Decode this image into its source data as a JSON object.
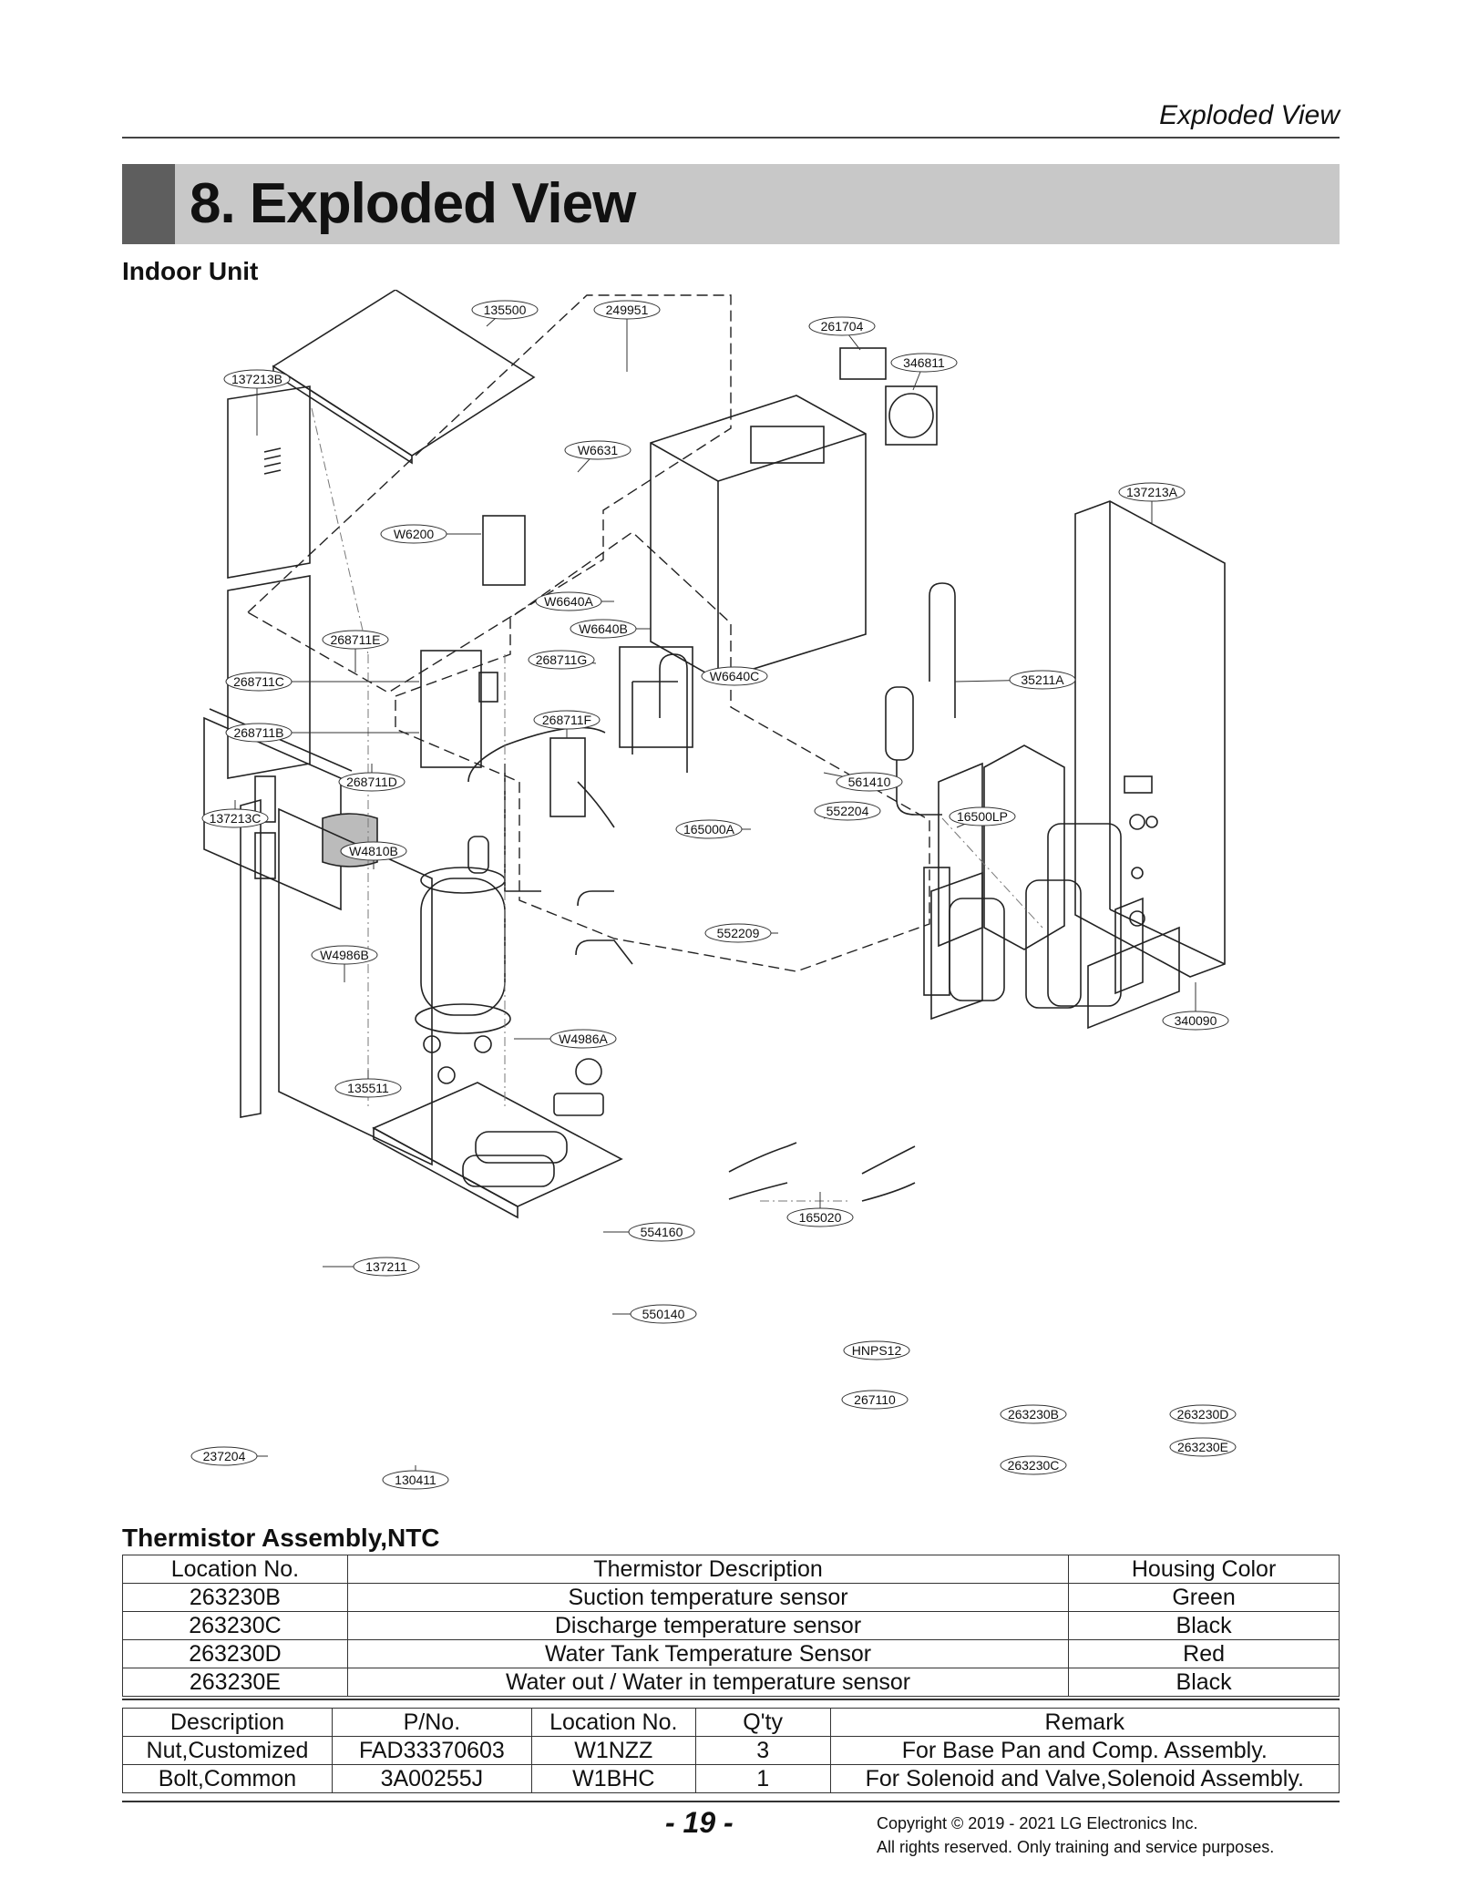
{
  "header": {
    "running_title": "Exploded View",
    "chapter_title": "8. Exploded View"
  },
  "section_indoor": "Indoor Unit",
  "callouts": [
    {
      "id": "c1",
      "label": "135500"
    },
    {
      "id": "c2",
      "label": "249951"
    },
    {
      "id": "c3",
      "label": "261704"
    },
    {
      "id": "c4",
      "label": "346811"
    },
    {
      "id": "c5",
      "label": "137213B"
    },
    {
      "id": "c6",
      "label": "W6631"
    },
    {
      "id": "c7",
      "label": "137213A"
    },
    {
      "id": "c8",
      "label": "W6200"
    },
    {
      "id": "c9",
      "label": "W6640A"
    },
    {
      "id": "c10",
      "label": "W6640B"
    },
    {
      "id": "c11",
      "label": "268711E"
    },
    {
      "id": "c12",
      "label": "268711G"
    },
    {
      "id": "c13",
      "label": "W6640C"
    },
    {
      "id": "c14",
      "label": "35211A"
    },
    {
      "id": "c15",
      "label": "268711C"
    },
    {
      "id": "c16",
      "label": "268711F"
    },
    {
      "id": "c17",
      "label": "268711B"
    },
    {
      "id": "c18",
      "label": "561410"
    },
    {
      "id": "c19",
      "label": "268711D"
    },
    {
      "id": "c20",
      "label": "552204"
    },
    {
      "id": "c21",
      "label": "16500LP"
    },
    {
      "id": "c22",
      "label": "137213C"
    },
    {
      "id": "c23",
      "label": "165000A"
    },
    {
      "id": "c24",
      "label": "W4810B"
    },
    {
      "id": "c25",
      "label": "552209"
    },
    {
      "id": "c26",
      "label": "W4986B"
    },
    {
      "id": "c27",
      "label": "340090"
    },
    {
      "id": "c28",
      "label": "W4986A"
    },
    {
      "id": "c29",
      "label": "135511"
    },
    {
      "id": "c30",
      "label": "165020"
    },
    {
      "id": "c31",
      "label": "554160"
    },
    {
      "id": "c32",
      "label": "137211"
    },
    {
      "id": "c33",
      "label": "550140"
    },
    {
      "id": "c34",
      "label": "HNPS12"
    },
    {
      "id": "c35",
      "label": "267110"
    },
    {
      "id": "c36",
      "label": "263230B"
    },
    {
      "id": "c37",
      "label": "263230D"
    },
    {
      "id": "c38",
      "label": "263230E"
    },
    {
      "id": "c39",
      "label": "237204"
    },
    {
      "id": "c40",
      "label": "263230C"
    },
    {
      "id": "c41",
      "label": "130411"
    }
  ],
  "section_thermistor": "Thermistor Assembly,NTC",
  "thermistor_table": {
    "headers": [
      "Location No.",
      "Thermistor Description",
      "Housing Color"
    ],
    "rows": [
      [
        "263230B",
        "Suction temperature sensor",
        "Green"
      ],
      [
        "263230C",
        "Discharge temperature sensor",
        "Black"
      ],
      [
        "263230D",
        "Water Tank Temperature Sensor",
        "Red"
      ],
      [
        "263230E",
        "Water out / Water in temperature sensor",
        "Black"
      ]
    ]
  },
  "parts_table": {
    "headers": [
      "Description",
      "P/No.",
      "Location No.",
      "Q'ty",
      "Remark"
    ],
    "rows": [
      [
        "Nut,Customized",
        "FAD33370603",
        "W1NZZ",
        "3",
        "For Base Pan and Comp. Assembly."
      ],
      [
        "Bolt,Common",
        "3A00255J",
        "W1BHC",
        "1",
        "For Solenoid and Valve,Solenoid Assembly."
      ]
    ]
  },
  "footer": {
    "page_number": "- 19 -",
    "copyright": "Copyright © 2019 - 2021 LG Electronics Inc.",
    "rights": "All rights reserved. Only training and service purposes."
  }
}
